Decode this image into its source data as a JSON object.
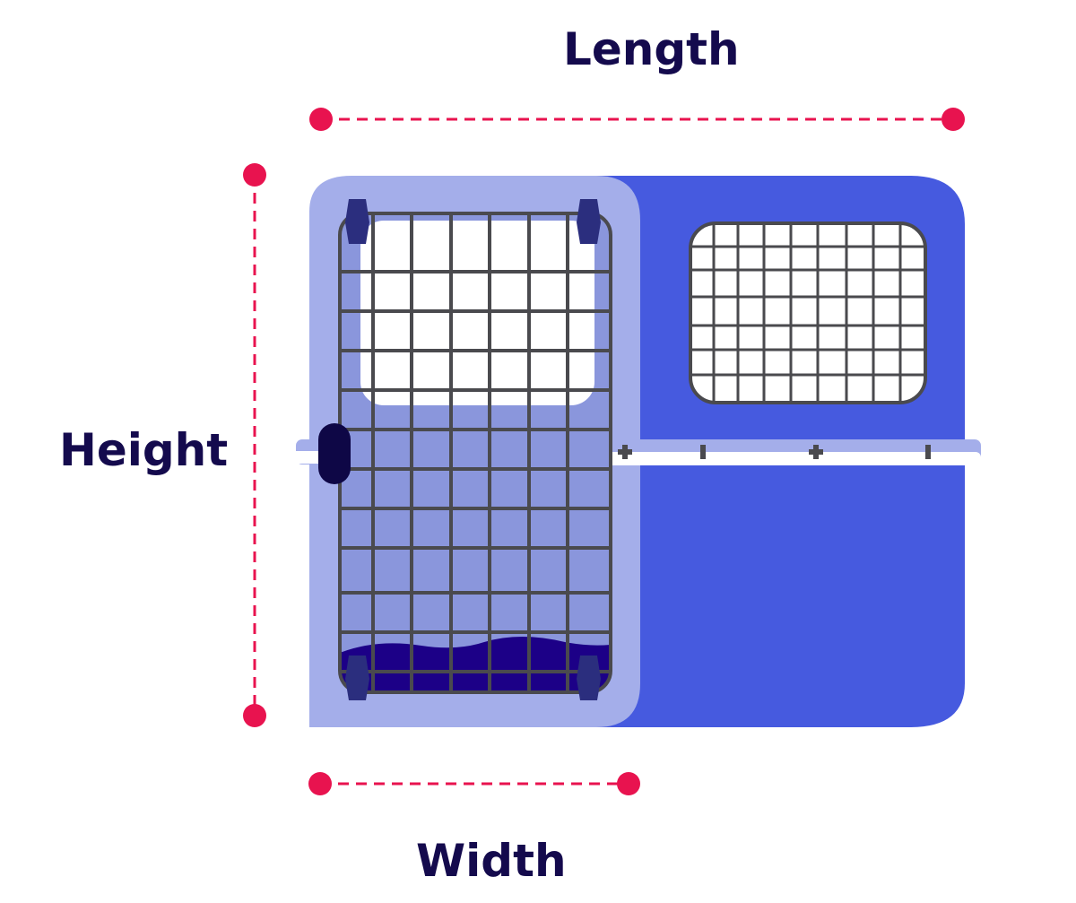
{
  "labels": {
    "length": "Length",
    "height": "Height",
    "width": "Width"
  },
  "colors": {
    "text": "#140a4d",
    "dimension": "#e8134f",
    "door_frame": "#a4aeea",
    "door_panel": "#8a96dc",
    "crate_body": "#465adf",
    "grille": "#4a4a4e",
    "latch": "#0e0746",
    "hinge": "#2b2e7e",
    "bedding": "#1c0087"
  },
  "icons": {
    "crate": "pet-carrier-crate-icon",
    "latch": "door-latch-icon"
  }
}
